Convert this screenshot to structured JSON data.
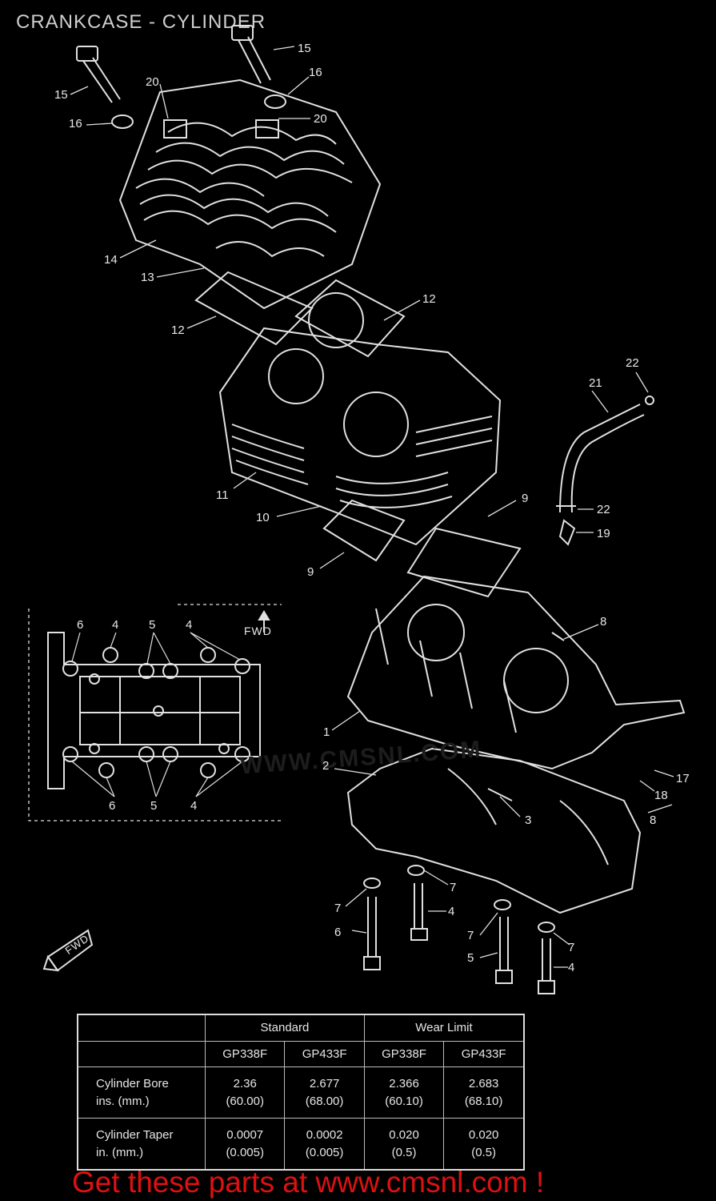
{
  "title": "CRANKCASE - CYLINDER",
  "fwd_label": "FWD",
  "fwd_label_small": "FWD",
  "watermark": "WWW.CMSNL.COM",
  "part_labels": [
    {
      "id": "l15a",
      "text": "15"
    },
    {
      "id": "l15b",
      "text": "15"
    },
    {
      "id": "l16a",
      "text": "16"
    },
    {
      "id": "l16b",
      "text": "16"
    },
    {
      "id": "l20a",
      "text": "20"
    },
    {
      "id": "l20b",
      "text": "20"
    },
    {
      "id": "l14",
      "text": "14"
    },
    {
      "id": "l13",
      "text": "13"
    },
    {
      "id": "l12a",
      "text": "12"
    },
    {
      "id": "l12b",
      "text": "12"
    },
    {
      "id": "l11",
      "text": "11"
    },
    {
      "id": "l10",
      "text": "10"
    },
    {
      "id": "l9a",
      "text": "9"
    },
    {
      "id": "l9b",
      "text": "9"
    },
    {
      "id": "l22a",
      "text": "22"
    },
    {
      "id": "l21",
      "text": "21"
    },
    {
      "id": "l22b",
      "text": "22"
    },
    {
      "id": "l19",
      "text": "19"
    },
    {
      "id": "l8a",
      "text": "8"
    },
    {
      "id": "l1",
      "text": "1"
    },
    {
      "id": "l2",
      "text": "2"
    },
    {
      "id": "l3",
      "text": "3"
    },
    {
      "id": "l17",
      "text": "17"
    },
    {
      "id": "l18",
      "text": "18"
    },
    {
      "id": "l8b",
      "text": "8"
    },
    {
      "id": "l7a",
      "text": "7"
    },
    {
      "id": "l7b",
      "text": "7"
    },
    {
      "id": "l7c",
      "text": "7"
    },
    {
      "id": "l7d",
      "text": "7"
    },
    {
      "id": "l6b",
      "text": "6"
    },
    {
      "id": "l4b",
      "text": "4"
    },
    {
      "id": "l5b",
      "text": "5"
    },
    {
      "id": "l4c",
      "text": "4"
    },
    {
      "id": "d6a",
      "text": "6"
    },
    {
      "id": "d4a",
      "text": "4"
    },
    {
      "id": "d5a",
      "text": "5"
    },
    {
      "id": "d4b",
      "text": "4"
    },
    {
      "id": "d6b",
      "text": "6"
    },
    {
      "id": "d5b",
      "text": "5"
    },
    {
      "id": "d4c",
      "text": "4"
    }
  ],
  "spec_table": {
    "group_standard": "Standard",
    "group_wear": "Wear Limit",
    "models": [
      "GP338F",
      "GP433F",
      "GP338F",
      "GP433F"
    ],
    "rows": [
      {
        "label1": "Cylinder Bore",
        "label2": "ins. (mm.)",
        "values": [
          [
            "2.36",
            "(60.00)"
          ],
          [
            "2.677",
            "(68.00)"
          ],
          [
            "2.366",
            "(60.10)"
          ],
          [
            "2.683",
            "(68.10)"
          ]
        ]
      },
      {
        "label1": "Cylinder Taper",
        "label2": "in. (mm.)",
        "values": [
          [
            "0.0007",
            "(0.005)"
          ],
          [
            "0.0002",
            "(0.005)"
          ],
          [
            "0.020",
            "(0.5)"
          ],
          [
            "0.020",
            "(0.5)"
          ]
        ]
      }
    ]
  },
  "footer": "Get these parts at www.cmsnl.com !",
  "colors": {
    "background": "#000000",
    "lines": "#e0e0e0",
    "footer": "#dd1111"
  }
}
